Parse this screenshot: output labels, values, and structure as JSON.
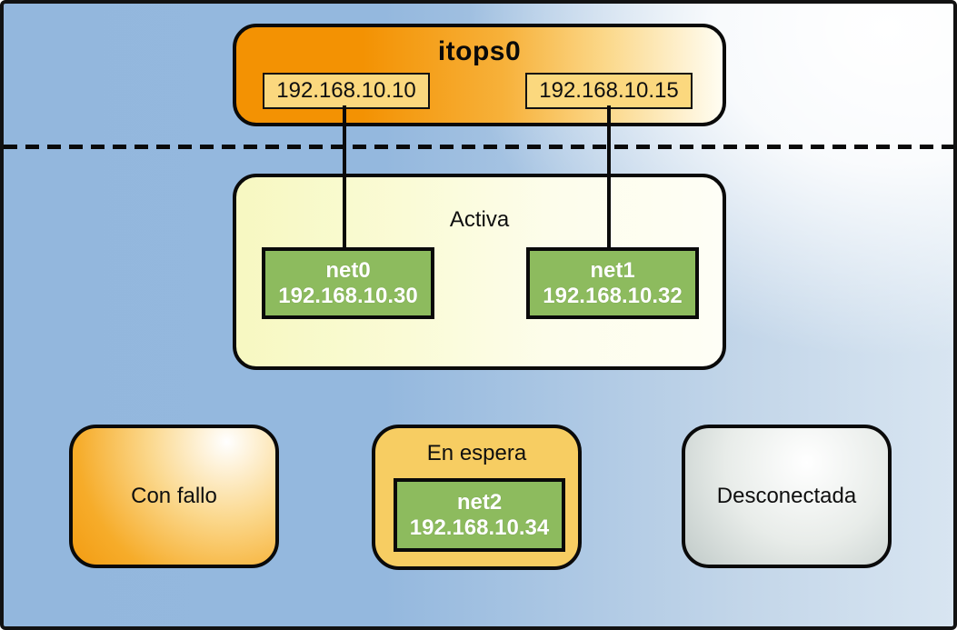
{
  "diagram": {
    "description": "IPMP group diagram with active, standby, failed and offline interface states",
    "ipmp_group": {
      "title": "itops0",
      "addresses": [
        "192.168.10.10",
        "192.168.10.15"
      ]
    },
    "active_group": {
      "label": "Activa",
      "interfaces": [
        {
          "name": "net0",
          "address": "192.168.10.30"
        },
        {
          "name": "net1",
          "address": "192.168.10.32"
        }
      ]
    },
    "failed_state": {
      "label": "Con fallo"
    },
    "standby_state": {
      "label": "En espera",
      "interface": {
        "name": "net2",
        "address": "192.168.10.34"
      }
    },
    "offline_state": {
      "label": "Desconectada"
    },
    "colors": {
      "background_blue": "#94b8de",
      "group_orange": "#f39203",
      "address_label_yellow": "#fbd87e",
      "active_pale_yellow": "#f7f8c1",
      "interface_green": "#8dbb5e",
      "standby_gold": "#f7cd62",
      "offline_gray": "#b6c2c2",
      "line_black": "#0a0a0a"
    }
  }
}
